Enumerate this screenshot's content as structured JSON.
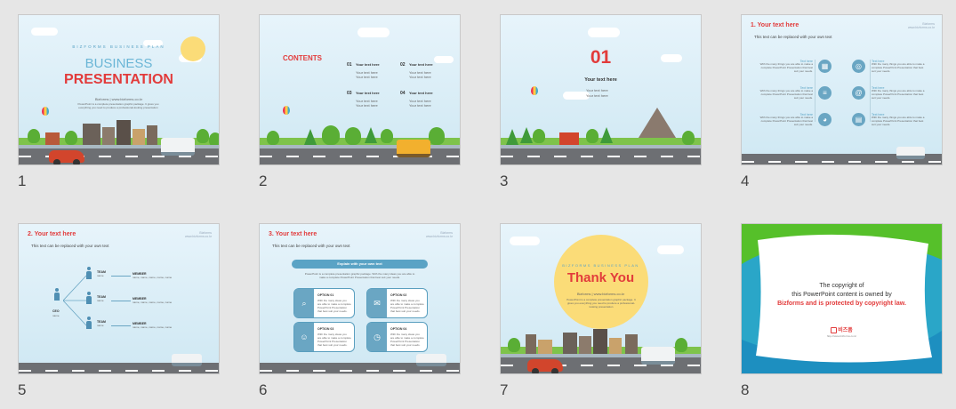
{
  "slides": [
    {
      "number": "1",
      "brand_line": "BIZFORMS BUSINESS PLAN",
      "title1": "BUSINESS",
      "title2": "PRESENTATION",
      "company": "Bizforms | www.bizforms.co.kr",
      "desc": "PowerPoint is a complete presentation graphic package. It gives you everything you need to produce a professional-looking presentation"
    },
    {
      "number": "2",
      "contents_label": "CONTENTS",
      "items": [
        {
          "num": "01",
          "title": "Your text here",
          "lines": [
            "Your text here",
            "Your text here"
          ]
        },
        {
          "num": "02",
          "title": "Your text here",
          "lines": [
            "Your text here",
            "Your text here"
          ]
        },
        {
          "num": "03",
          "title": "Your text here",
          "lines": [
            "Your text here",
            "Your text here"
          ]
        },
        {
          "num": "04",
          "title": "Your text here",
          "lines": [
            "Your text here",
            "Your text here"
          ]
        }
      ]
    },
    {
      "number": "3",
      "section_num": "01",
      "heading": "Your text here",
      "lines": [
        "Your text here",
        "Your text here"
      ]
    },
    {
      "number": "4",
      "title": "1. Your text here",
      "subtitle": "This text can be replaced with your own text",
      "corner": "Bizforms www.bizforms.co.kr",
      "blocks": [
        {
          "title": "Text here",
          "text": "With the many things you are able to make a complete PowerPoint Presentation that best suit your needs."
        },
        {
          "title": "Text here",
          "text": "With the many things you are able to make a complete PowerPoint Presentation that best suit your needs."
        },
        {
          "title": "Text here",
          "text": "With the many things you are able to make a complete PowerPoint Presentation that best suit your needs."
        },
        {
          "title": "Text here",
          "text": "With the many things you are able to make a complete PowerPoint Presentation that best suit your needs."
        },
        {
          "title": "Text here",
          "text": "With the many things you are able to make a complete PowerPoint Presentation that best suit your needs."
        },
        {
          "title": "Text here",
          "text": "With the many things you are able to make a complete PowerPoint Presentation that best suit your needs."
        }
      ]
    },
    {
      "number": "5",
      "title": "2. Your text here",
      "subtitle": "This text can be replaced with your own text",
      "corner": "Bizforms www.bizforms.co.kr",
      "ceo": {
        "label": "CEO",
        "name": "name"
      },
      "teams": [
        {
          "label": "TEAM",
          "name": "name",
          "member_label": "MEMBER",
          "members": "name, name, name, name, name"
        },
        {
          "label": "TEAM",
          "name": "name",
          "member_label": "MEMBER",
          "members": "name, name, name, name, name"
        },
        {
          "label": "TEAM",
          "name": "name",
          "member_label": "MEMBER",
          "members": "name, name, name, name, name"
        }
      ]
    },
    {
      "number": "6",
      "title": "3. Your text here",
      "subtitle": "This text can be replaced with your own text",
      "corner": "Bizforms www.bizforms.co.kr",
      "banner": "Explain with your own text",
      "desc": "PowerPoint is a complete presentation graphic package. With the many ideas you are able to make a complete PowerPoint Presentation that best suit your needs.",
      "options": [
        {
          "title": "OPTION 01",
          "text": "With the many ideas you are able to make a complete PowerPoint Presentation that best suit your needs."
        },
        {
          "title": "OPTION 02",
          "text": "With the many ideas you are able to make a complete PowerPoint Presentation that best suit your needs."
        },
        {
          "title": "OPTION 03",
          "text": "With the many ideas you are able to make a complete PowerPoint Presentation that best suit your needs."
        },
        {
          "title": "OPTION 04",
          "text": "With the many ideas you are able to make a complete PowerPoint Presentation that best suit your needs."
        }
      ]
    },
    {
      "number": "7",
      "brand_line": "BIZFORMS BUSINESS PLAN",
      "title": "Thank You",
      "company": "Bizforms | www.bizforms.co.kr",
      "desc": "PowerPoint is a complete presentation graphic package. It gives you everything you need to produce a professional-looking presentation"
    },
    {
      "number": "8",
      "line1": "The copyright of",
      "line2": "this PowerPoint content is owned by",
      "line3": "Bizforms and is protected by copyright law.",
      "logo": "비즈폼",
      "url": "http://www.bizforms.co.kr"
    }
  ],
  "colors": {
    "accent_red": "#e23b3b",
    "accent_blue": "#5aa3c5",
    "sky": "#e7f4fb"
  }
}
